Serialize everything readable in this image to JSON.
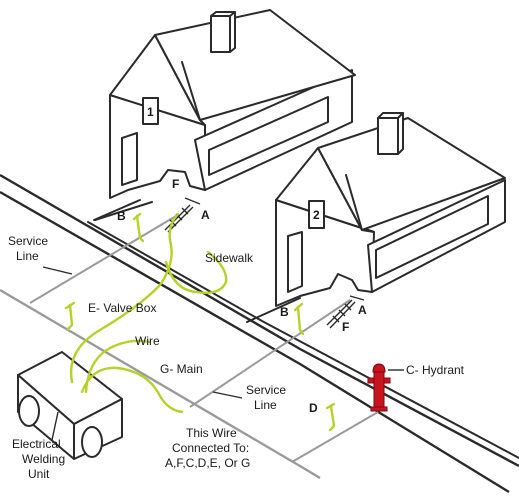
{
  "houses": {
    "house_1_number": "1",
    "house_2_number": "2"
  },
  "labels": {
    "service_line_left": [
      "Service",
      "Line"
    ],
    "service_line_right": [
      "Service",
      "Line"
    ],
    "sidewalk": "Sidewalk",
    "valve_box": "E- Valve Box",
    "wire": "Wire",
    "main": "G- Main",
    "hydrant": "C- Hydrant",
    "welding_unit": [
      "Electrical",
      "Welding",
      "Unit"
    ],
    "connection_note": [
      "This Wire",
      "Connected To:",
      "A,F,C,D,E, Or G"
    ],
    "point_a1": "A",
    "point_f1": "F",
    "point_b1": "B",
    "point_a2": "A",
    "point_f2": "F",
    "point_b2": "B",
    "point_d": "D"
  },
  "colors": {
    "wire": "#b4d22a",
    "hydrant": "#c8141e",
    "pipe": "#9a9a9a",
    "outline": "#2a2a2a"
  }
}
